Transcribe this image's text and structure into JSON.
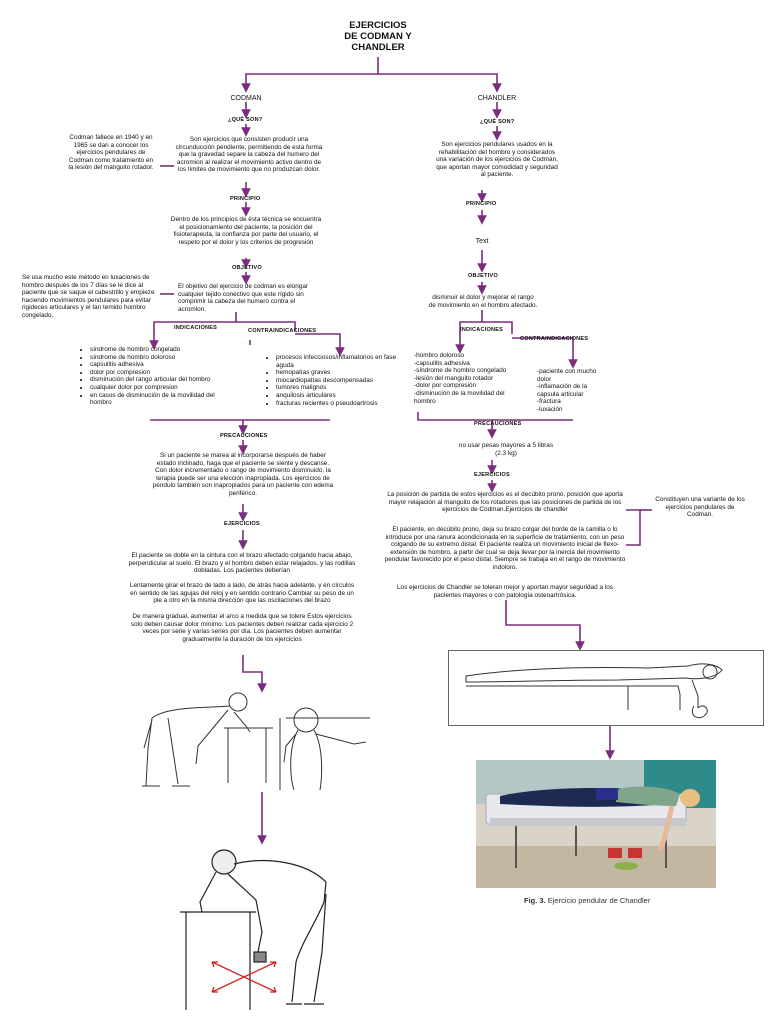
{
  "title": [
    "EJERCICIOS",
    "DE CODMAN Y",
    "CHANDLER"
  ],
  "codman": {
    "header": "CODMAN",
    "que_son_label": "¿QUÉ SON?",
    "que_son": "Son ejercicios que consisten producir una circunducción pendiente, permitiendo de esta forma que la gravedad separe la cabeza del humero del acromion al realizar el movimiento activo dentro de los límites de movimiento que no produzcan dolor.",
    "side_note_1": "Codman fallece en 1940 y en 1965 se dan a conocer los ejercicios pendulares de Codman como tratamiento en la lesión del manguito rotador.",
    "principio_label": "PRINCIPIO",
    "principio": "Dentro de los principios de ésta técnica se encuentra el posicionamiento del paciente, la posición del fisioterapeuta, la confianza por parte del usuario, el respeto por el dolor y los criterios de progresión",
    "objetivo_label": "OBJETIVO",
    "objetivo": "El objetivo del ejercicio de codman es elongar cualquier tejido conectivo que este rígido sin comprimir la cabeza del humero contra el acromion.",
    "side_note_2": "Se usa mucho este método en luxaciones de hombro después de los 7 días se le dice al paciente que se saque el cabestrillo y empieze haciendo movimientos pendulares para evitar rigideces articulares y el tan temido hombro congelado.",
    "indicaciones_label": "INDICACIONES",
    "indicaciones": [
      "síndrome de hombro congelado",
      "síndrome de hombro doloroso",
      "capsulitis adhesiva",
      "dolor por compresion",
      "disminución del rango articular del hombro",
      "cualquier dolor por compresion",
      "en casos de disminución de la movilidad del hombro"
    ],
    "contraindicaciones_label": "CONTRAINDICACIONES",
    "contraindicaciones": [
      "procesos infecciosos/inflamatorios en fase aguda",
      "hemopatías graves",
      "miocardiopatías descompensadas",
      "tumores malignos",
      "anquilosis articulares",
      "fracturas recientes o pseudoartrosis"
    ],
    "precauciones_label": "PRECAUCIONES",
    "precauciones": "Si un paciente se marea al incorporarse después de haber estado inclinado, haga que el paciente se siente y descanse. Con dolor incrementado o rango de movimiento disminuido, la terapia puede ser una elección inapropiada. Los ejercicios de péndulo también son inapropiados para un paciente con edema periférico.",
    "ejercicios_label": "EJERCICIOS",
    "ejercicios_1": "El paciente se doble en la cintura con el brazo afectado colgando hacia abajo, perpendicular al suelo. El brazo y el hombro deben estar relajados, y las rodillas dobladas. Los pacientes deberían",
    "ejercicios_2": "Lentamente girar el brazo de lado a lado, de atrás hacia adelante, y en círculos en sentido de las agujas del reloj y en sentido contrario Cambiar su peso de un pie a otro en la misma dirección que las oscilaciones del brazo",
    "ejercicios_3": "De manera gradual, aumentar el arco a medida que se tolere Estos ejercicios solo deben causar dolor mínimo. Los pacientes deben realizar cada ejercicio 2 veces por serie y varias series por día. Los pacientes deben aumentar gradualmente la duración de los ejercicios"
  },
  "chandler": {
    "header": "CHANDLER",
    "que_son_label": "¿QUÉ SON?",
    "que_son": "Son ejercicios pendulares usados en la rehabilitación del hombro y considerados una variación de los ejercicios de Codman, que aportan mayor comodidad y seguridad al paciente.",
    "principio_label": "PRINCIPIO",
    "principio": "Text",
    "objetivo_label": "OBJETIVO",
    "objetivo": "disminuir el dolor y mejorar el rango de movimiento en el hombro afectado.",
    "indicaciones_label": "INDICACIONES",
    "indicaciones": [
      "-hombro doloroso",
      "-capsulitis adhesiva",
      "-síndrome de hombro congelado",
      "-lesión del manguito rotador",
      "-dolor por compresión",
      "-disminución de la movilidad del hombro"
    ],
    "contraindicaciones_label": "CONTRAINDICACIONES",
    "contraindicaciones": [
      "-paciente con mucho dolor",
      "-inflamación de la capsula articular",
      "-fractura",
      "-luxación"
    ],
    "precauciones_label": "PRECAUCIONES",
    "precauciones": "no usar pesas mayores a 5 libras (2.3 kg)",
    "ejercicios_label": "EJERCICIOS",
    "ejercicios_1": "La posición de partida de estos ejercicios es el decúbito prono, posición que aporta mayor relajación al manguito de los rotadores que las posiciones de partida de los ejercicios de Codman.Ejercicios de chandler",
    "ejercicios_2": "El paciente, en decúbito prono, deja su brazo colgar del borde de la camilla o lo introduce por una ranura acondicionada en la superficie de tratamiento, con un peso colgando de su extremo distal. El paciente realiza un movimiento inicial de flexo-extensión de hombro, a partir del cual se deja llevar por la inercia del movimiento pendular favorecido por el peso distal. Siempre se trabaja en el rango de movimiento indoloro.",
    "ejercicios_3": "Los ejercicios de Chandler se toleran mejor y aportan mayor seguridad a los pacientes mayores o con patología osteoartrósica.",
    "side_note": "Constituyen una variante de los ejercicios pendulares de Codman.",
    "caption_bold": "Fig. 3.",
    "caption": "Ejercicio pendular de Chandler"
  },
  "colors": {
    "connector": "#7b2d7e",
    "text": "#111111"
  }
}
